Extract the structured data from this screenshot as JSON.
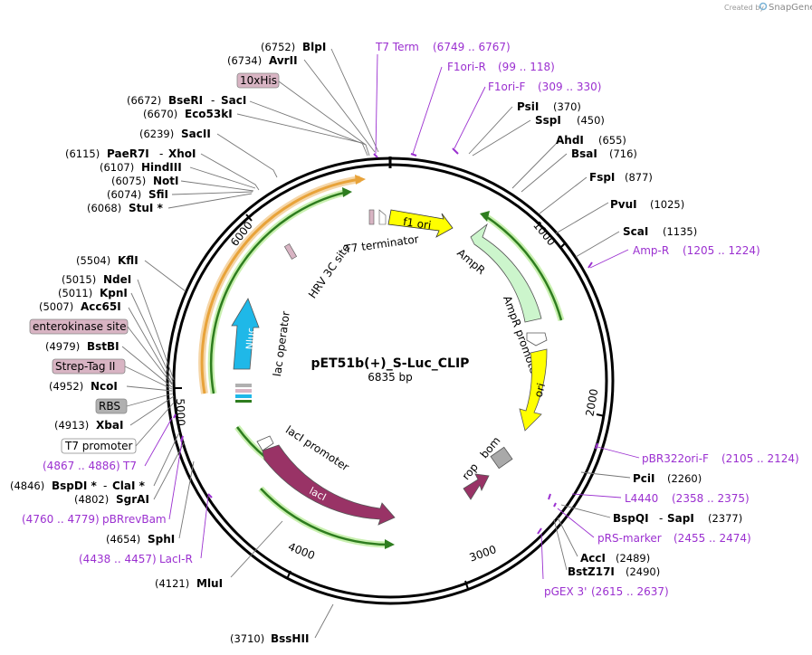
{
  "brand": {
    "created_by": "Created by",
    "name": "SnapGene"
  },
  "plasmid": {
    "name": "pET51b(+)_S-Luc_CLIP",
    "length": "6835 bp"
  },
  "ticks": [
    "1000",
    "2000",
    "3000",
    "4000",
    "5000",
    "6000"
  ],
  "enzymes": [
    {
      "pos": "(6752)",
      "name": "BlpI"
    },
    {
      "pos": "(6734)",
      "name": "AvrII"
    },
    {
      "pos": "(6672)",
      "name": "BseRI",
      "name2": "SacI"
    },
    {
      "pos": "(6670)",
      "name": "Eco53kI"
    },
    {
      "pos": "(6239)",
      "name": "SacII"
    },
    {
      "pos": "(6115)",
      "name": "PaeR7I",
      "name2": "XhoI"
    },
    {
      "pos": "(6107)",
      "name": "HindIII"
    },
    {
      "pos": "(6075)",
      "name": "NotI"
    },
    {
      "pos": "(6074)",
      "name": "SfiI"
    },
    {
      "pos": "(6068)",
      "name": "StuI *"
    },
    {
      "pos": "(5504)",
      "name": "KflI"
    },
    {
      "pos": "(5015)",
      "name": "NdeI"
    },
    {
      "pos": "(5011)",
      "name": "KpnI"
    },
    {
      "pos": "(5007)",
      "name": "Acc65I"
    },
    {
      "pos": "(4979)",
      "name": "BstBI"
    },
    {
      "pos": "(4952)",
      "name": "NcoI"
    },
    {
      "pos": "(4913)",
      "name": "XbaI"
    },
    {
      "pos": "(4846)",
      "name": "BspDI *",
      "name2": "ClaI *"
    },
    {
      "pos": "(4802)",
      "name": "SgrAI"
    },
    {
      "pos": "(4654)",
      "name": "SphI"
    },
    {
      "pos": "(4121)",
      "name": "MluI"
    },
    {
      "pos": "(3710)",
      "name": "BssHII"
    },
    {
      "pos": "(370)",
      "name": "PsiI"
    },
    {
      "pos": "(450)",
      "name": "SspI"
    },
    {
      "pos": "(655)",
      "name": "AhdI"
    },
    {
      "pos": "(716)",
      "name": "BsaI"
    },
    {
      "pos": "(877)",
      "name": "FspI"
    },
    {
      "pos": "(1025)",
      "name": "PvuI"
    },
    {
      "pos": "(1135)",
      "name": "ScaI"
    },
    {
      "pos": "(2260)",
      "name": "PciI"
    },
    {
      "pos": "(2377)",
      "name": "BspQI",
      "name2": "SapI"
    },
    {
      "pos": "(2489)",
      "name": "AccI"
    },
    {
      "pos": "(2490)",
      "name": "BstZ17I"
    }
  ],
  "primers": [
    {
      "name": "T7 Term",
      "range": "(6749 .. 6767)"
    },
    {
      "name": "F1ori-R",
      "range": "(99 .. 118)"
    },
    {
      "name": "F1ori-F",
      "range": "(309 .. 330)"
    },
    {
      "name": "Amp-R",
      "range": "(1205 .. 1224)"
    },
    {
      "name": "pBR322ori-F",
      "range": "(2105 .. 2124)"
    },
    {
      "name": "L4440",
      "range": "(2358 .. 2375)"
    },
    {
      "name": "pRS-marker",
      "range": "(2455 .. 2474)"
    },
    {
      "name": "pGEX 3'",
      "range": "(2615 .. 2637)"
    },
    {
      "name": "T7",
      "range": "(4867 .. 4886)"
    },
    {
      "name": "pBRrevBam",
      "range": "(4760 .. 4779)"
    },
    {
      "name": "LacI-R",
      "range": "(4438 .. 4457)"
    }
  ],
  "boxed_features": [
    {
      "name": "10xHis",
      "color": "#d8b4c3"
    },
    {
      "name": "enterokinase site",
      "color": "#d8b4c3"
    },
    {
      "name": "Strep-Tag II",
      "color": "#d8b4c3"
    },
    {
      "name": "RBS",
      "color": "#b0b0b0"
    },
    {
      "name": "T7 promoter",
      "color": "#ffffff"
    }
  ],
  "features": {
    "f1_ori": "f1 ori",
    "ampr": "AmpR",
    "ampr_promoter": "AmpR promoter",
    "ori": "ori",
    "bom": "bom",
    "rop": "rop",
    "laci": "lacI",
    "laci_promoter": "lacI promoter",
    "lac_operator": "lac operator",
    "nluc": "Nluc",
    "hrv": "HRV 3C site",
    "t7_terminator": "T7 terminator"
  },
  "colors": {
    "primer": "#9b30d0",
    "f1_ori": "#ffff00",
    "ampr": "#ccf5cc",
    "ori": "#ffff00",
    "laci": "#993366",
    "nluc": "#1fb8e8",
    "rop": "#993366",
    "bom": "#a9a9a9",
    "orange_arc": "#e8a33a",
    "green_arc": "#2e7d1f"
  }
}
